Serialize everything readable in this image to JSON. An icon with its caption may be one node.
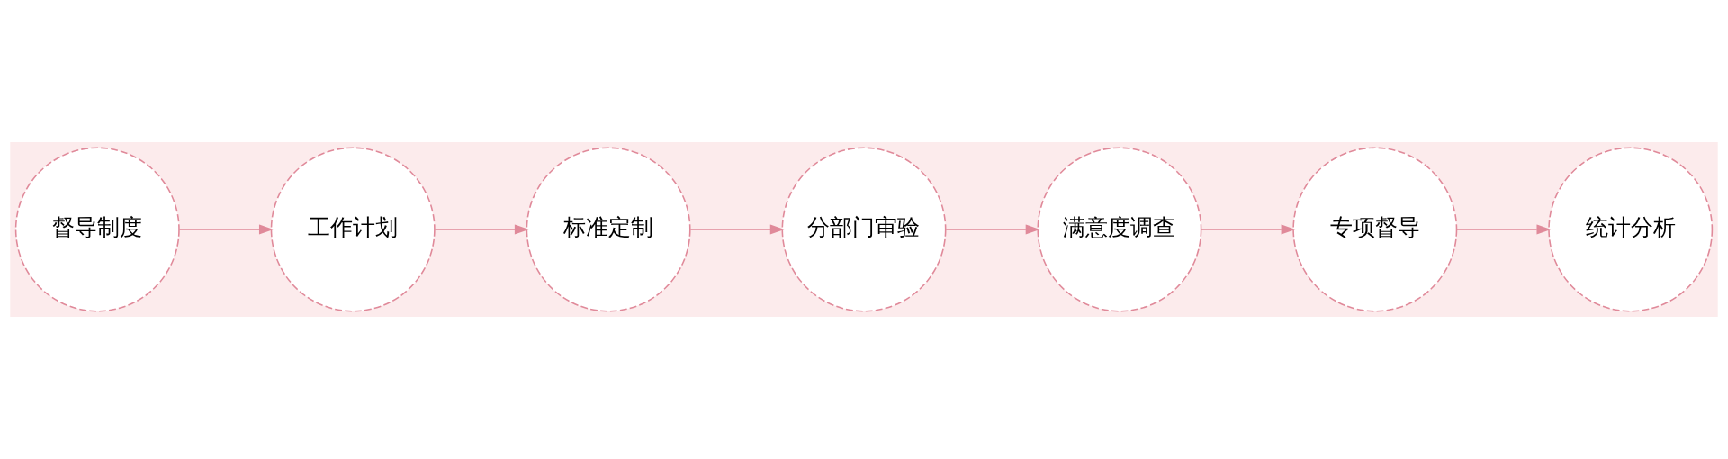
{
  "diagram": {
    "nodes": [
      {
        "text": [
          "督导制度"
        ]
      },
      {
        "text": [
          "工作计划"
        ]
      },
      {
        "text": [
          "标准定制"
        ]
      },
      {
        "text": [
          "分部门审验"
        ]
      },
      {
        "text": [
          "满意度调查"
        ]
      },
      {
        "text": [
          "专项督导"
        ]
      },
      {
        "text": [
          "统计分析"
        ]
      }
    ],
    "edges": [
      {
        "from": 0,
        "to": 1,
        "arrow": "to"
      },
      {
        "from": 1,
        "to": 2,
        "arrow": "to"
      },
      {
        "from": 2,
        "to": 3,
        "arrow": "to"
      },
      {
        "from": 3,
        "to": 4,
        "arrow": "to"
      },
      {
        "from": 4,
        "to": 5,
        "arrow": "to"
      },
      {
        "from": 5,
        "to": 6,
        "arrow": "to"
      }
    ]
  }
}
